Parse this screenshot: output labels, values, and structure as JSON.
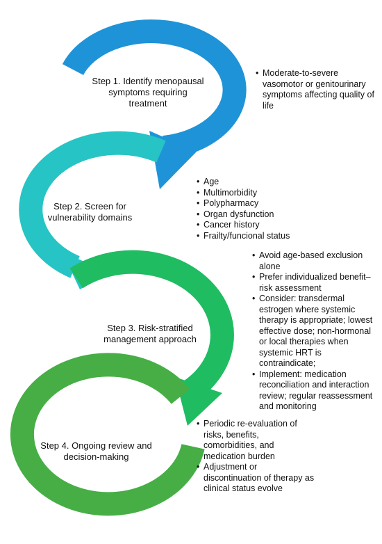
{
  "steps": [
    {
      "label": "Step 1. Identify menopausal symptoms requiring treatment",
      "color": "#1f93d8"
    },
    {
      "label": "Step 2. Screen for vulnerability domains",
      "color": "#26c4c4"
    },
    {
      "label": "Step 3. Risk-stratified management approach",
      "color": "#1fbc62"
    },
    {
      "label": "Step 4. Ongoing review and decision-making",
      "color": "#46ae45"
    }
  ],
  "details": [
    [
      "Moderate-to-severe vasomotor or genitourinary symptoms affecting quality of life"
    ],
    [
      "Age",
      "Multimorbidity",
      "Polypharmacy",
      "Organ dysfunction",
      "Cancer history",
      "Frailty/funcional status"
    ],
    [
      "Avoid age-based exclusion alone",
      "Prefer individualized benefit–risk assessment",
      "Consider: transdermal estrogen where systemic therapy is appropriate; lowest effective dose; non-hormonal or local therapies when systemic HRT is contraindicate;",
      "Implement: medication reconciliation and interaction review; regular reassessment and monitoring"
    ],
    [
      "Periodic re-evaluation of risks, benefits, comorbidities, and medication burden",
      "Adjustment or discontinuation of therapy as clinical status evolve"
    ]
  ]
}
